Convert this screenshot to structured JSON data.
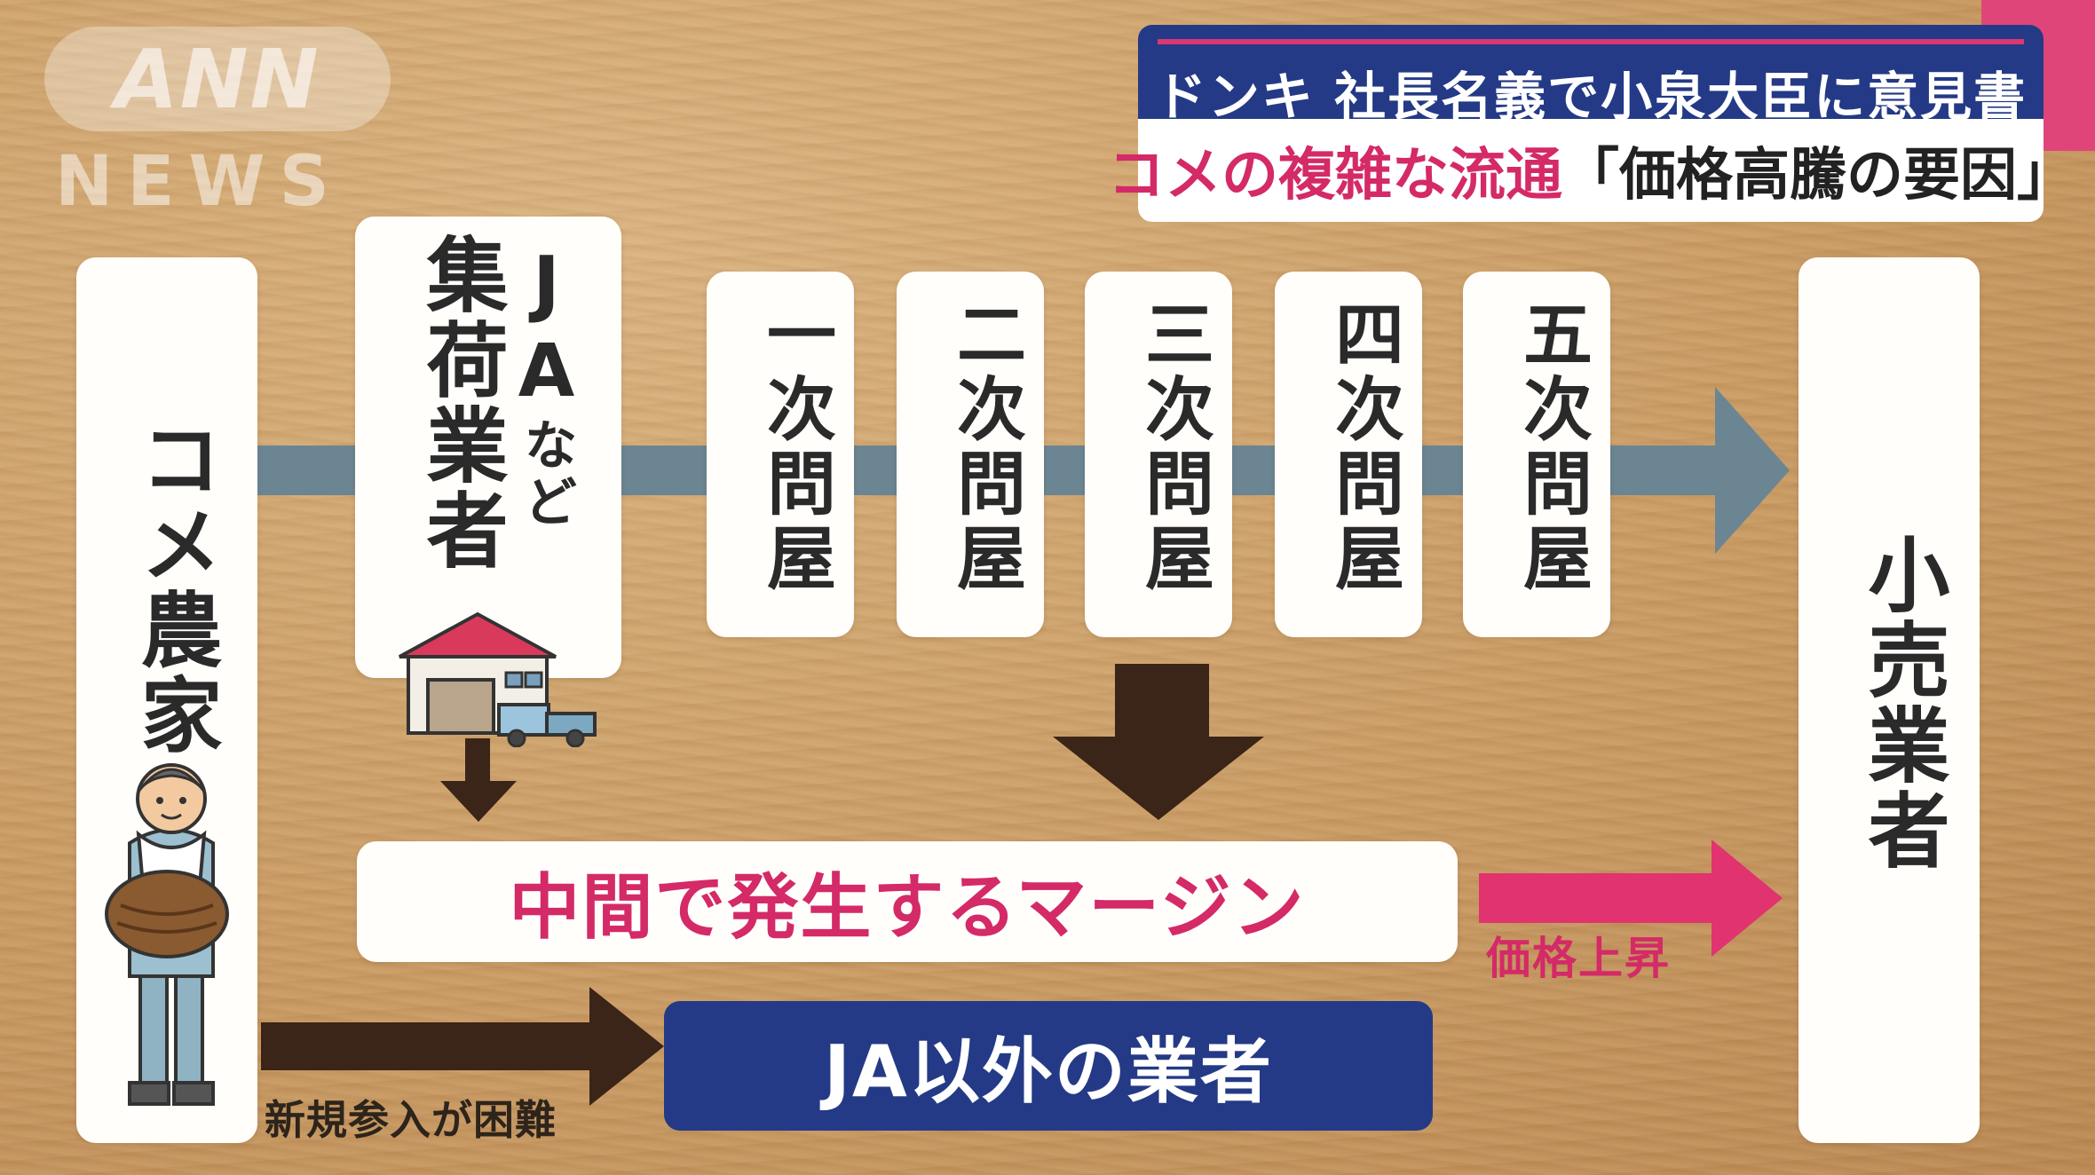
{
  "logo": {
    "brand": "ANN",
    "sub": "NEWS"
  },
  "headline": {
    "top": "ドンキ 社長名義で小泉大臣に意見書",
    "bottom_pink": "コメの複雑な流通",
    "bottom_black": "「価格高騰の要因」"
  },
  "flow": {
    "farmer": "コメ農家",
    "ja_top": "JA",
    "ja_small": "など",
    "ja_main": "集荷業者",
    "wholesalers": [
      "一次問屋",
      "二次問屋",
      "三次問屋",
      "四次問屋",
      "五次問屋"
    ],
    "retailer": "小売業者",
    "margin": "中間で発生するマージン",
    "price_rise": "価格上昇",
    "other": "JA以外の業者",
    "entry_note": "新規参入が困難"
  },
  "colors": {
    "navy": "#243a86",
    "pink": "#d42a67",
    "flow_arrow": "#6b8593",
    "down_arrow": "#3b2418"
  }
}
